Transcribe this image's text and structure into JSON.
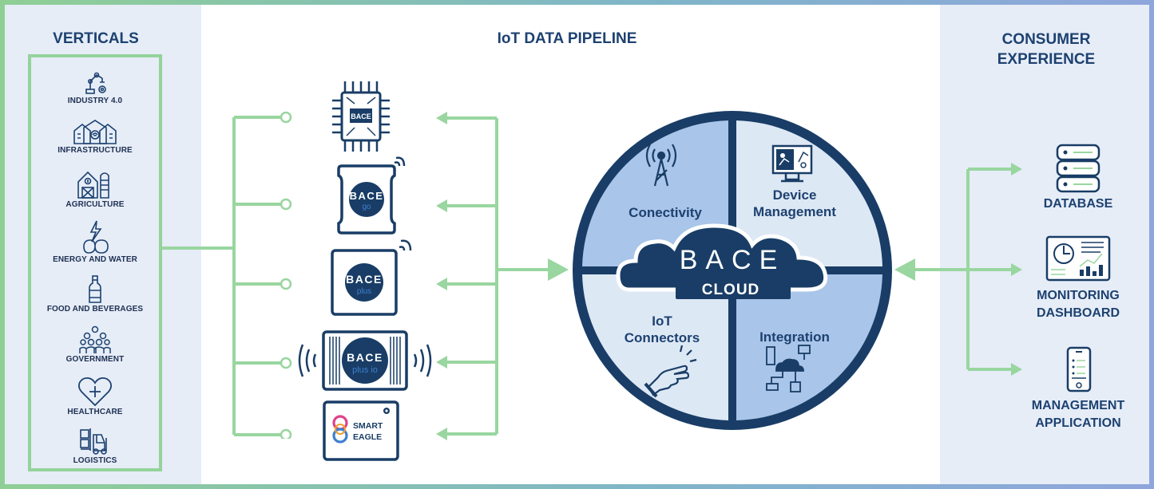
{
  "headings": {
    "verticals": "VERTICALS",
    "pipeline": "IoT DATA PIPELINE",
    "consumer": "CONSUMER EXPERIENCE"
  },
  "verticals": [
    {
      "label": "INDUSTRY 4.0",
      "icon": "robot-arm-icon"
    },
    {
      "label": "INFRASTRUCTURE",
      "icon": "buildings-icon"
    },
    {
      "label": "AGRICULTURE",
      "icon": "barn-icon"
    },
    {
      "label": "ENERGY AND WATER",
      "icon": "energy-water-icon"
    },
    {
      "label": "FOOD AND BEVERAGES",
      "icon": "bottle-icon"
    },
    {
      "label": "GOVERNMENT",
      "icon": "people-icon"
    },
    {
      "label": "HEALTHCARE",
      "icon": "heart-plus-icon"
    },
    {
      "label": "LOGISTICS",
      "icon": "forklift-icon"
    }
  ],
  "devices": [
    {
      "name": "chip",
      "text": "BACE"
    },
    {
      "name": "go",
      "brand": "BACE",
      "sub": "go"
    },
    {
      "name": "plus",
      "brand": "BACE",
      "sub": "plus"
    },
    {
      "name": "plus-io",
      "brand": "BACE",
      "sub": "plus io"
    },
    {
      "name": "smart-eagle",
      "line1": "SMART",
      "line2": "EAGLE"
    }
  ],
  "cloud": {
    "brand": "BACE",
    "label": "CLOUD",
    "quadrants": {
      "connectivity": "Conectivity",
      "device_management": [
        "Device",
        "Management"
      ],
      "iot_connectors": [
        "IoT",
        "Connectors"
      ],
      "integration": "Integration"
    }
  },
  "consumer": [
    {
      "lines": [
        "DATABASE"
      ],
      "icon": "database-icon"
    },
    {
      "lines": [
        "MONITORING",
        "DASHBOARD"
      ],
      "icon": "dashboard-icon"
    },
    {
      "lines": [
        "MANAGEMENT",
        "APPLICATION"
      ],
      "icon": "smartphone-icon"
    }
  ],
  "colors": {
    "navy": "#1d4170",
    "dark_blue": "#193d66",
    "light_quadrant": "#dde8f5",
    "mid_quadrant": "#a9c5e9",
    "green_arrow": "#99d6a0",
    "panel_bg": "#e6edf7"
  }
}
